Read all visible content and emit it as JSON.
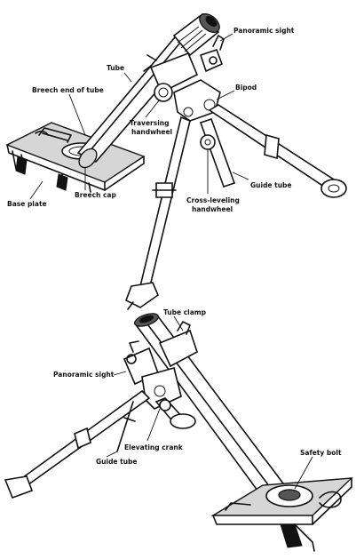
{
  "labels": {
    "panoramic_sight_top": "Panoramic sight",
    "tube": "Tube",
    "breech_end_of_tube": "Breech end of tube",
    "bipod": "Bipod",
    "traversing_handwheel_line1": "Traversing",
    "traversing_handwheel_line2": "handwheel",
    "base_plate": "Base plate",
    "breech_cap": "Breech cap",
    "guide_tube_top": "Guide tube",
    "cross_leveling_line1": "Cross-leveling",
    "cross_leveling_line2": "handwheel",
    "tube_clamp": "Tube clamp",
    "panoramic_sight_bottom": "Panoramic sight",
    "elevating_crank": "Elevating crank",
    "guide_tube_bottom": "Guide tube",
    "safety_bolt": "Safety bolt"
  }
}
